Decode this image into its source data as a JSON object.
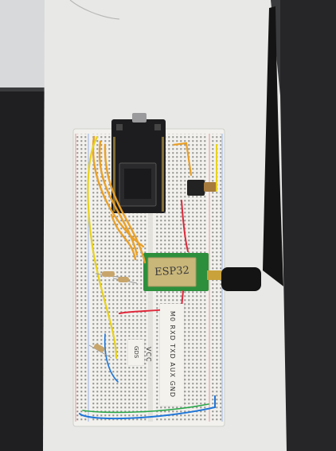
{
  "module": {
    "label": "ESP32"
  },
  "notes": {
    "board_label": "M0 RXD TXD AUX GND VCC",
    "small_label": "GDS"
  },
  "colors": {
    "desk": "#e8e8e6",
    "breadboard": "#f2f1ee",
    "esp_board": "#1d1d1f",
    "lora_pcb": "#2c8f3c",
    "lora_shield": "#c9b77a",
    "antenna": "#141414",
    "wire_orange": "#e9a12a",
    "wire_yellow": "#e8d21d",
    "wire_red": "#e0283a",
    "wire_blue": "#2077d9",
    "wire_green": "#2aa84a"
  }
}
